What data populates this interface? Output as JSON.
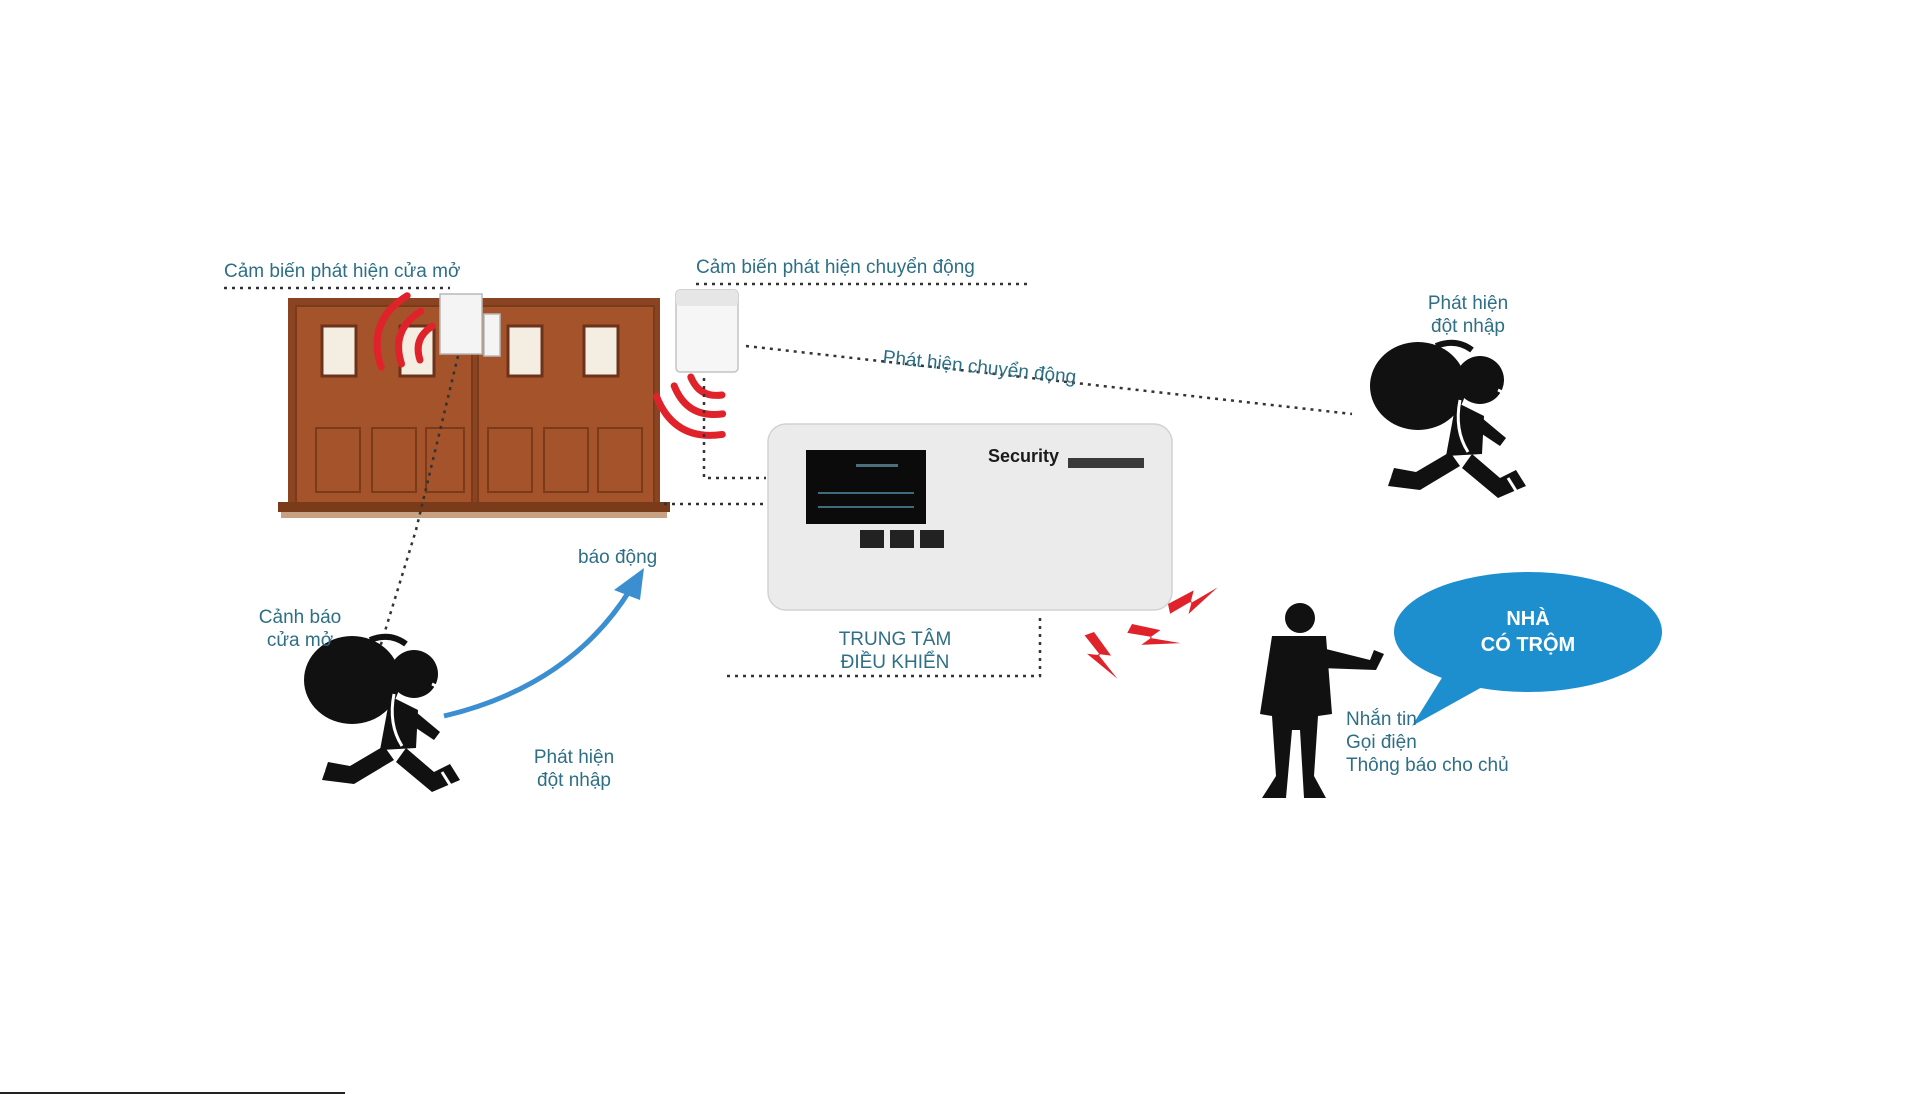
{
  "labels": {
    "door_sensor": "Cảm biến phát hiện cửa mở",
    "motion_sensor": "Cảm biến phát hiện chuyển động",
    "motion_detect": "Phát hiện chuyển động",
    "intrusion_top_line1": "Phát hiện",
    "intrusion_top_line2": "đột nhập",
    "door_alert_line1": "Cảnh báo",
    "door_alert_line2": "cửa mở",
    "alarm": "báo động",
    "intrusion_bottom_line1": "Phát hiện",
    "intrusion_bottom_line2": "đột nhập",
    "control_center_line1": "TRUNG TÂM",
    "control_center_line2": "ĐIỀU KHIỂN",
    "notify_line1": "Nhắn tin",
    "notify_line2": "Gọi điện",
    "notify_line3": "Thông báo cho chủ",
    "bubble_line1": "NHÀ",
    "bubble_line2": "CÓ TRỘM",
    "device_brand": "Security"
  },
  "colors": {
    "label_text": "#2e6f86",
    "door_wood": "#a4532a",
    "door_frame": "#8a4422",
    "signal_red": "#e0232a",
    "bubble_blue": "#1d8fcf",
    "device_body": "#ebebeb",
    "silhouette": "#111111",
    "arrow_blue": "#3b8fd0"
  },
  "icons": {
    "thief": "burglar-with-sack-icon",
    "owner": "person-with-phone-icon",
    "signal": "wireless-signal-icon",
    "lightning": "lightning-bolt-icon"
  }
}
